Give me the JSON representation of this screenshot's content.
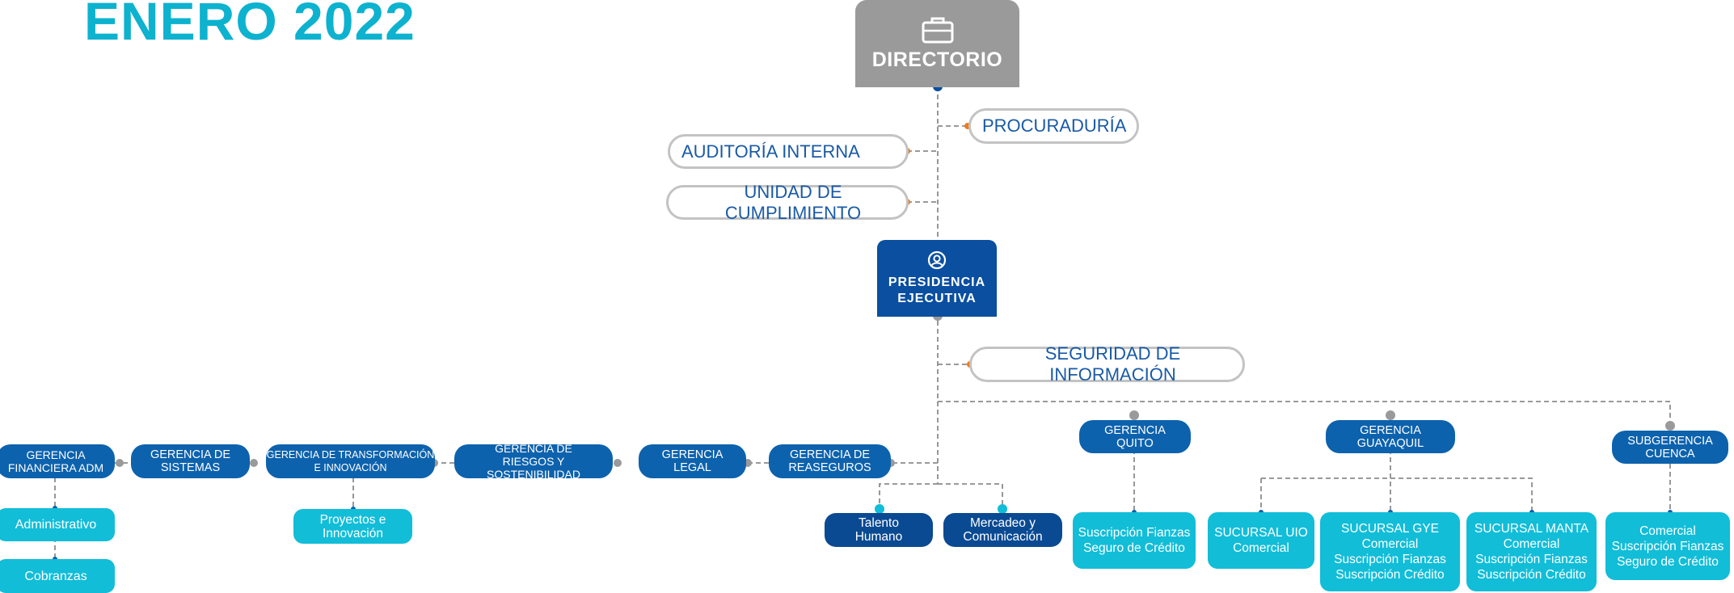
{
  "header": {
    "title": "ENERO 2022"
  },
  "top": {
    "directorio": "DIRECTORIO",
    "presidencia": "PRESIDENCIA\nEJECUTIVA"
  },
  "staff": {
    "procuraduria": "PROCURADURÍA",
    "auditoria": "AUDITORÍA INTERNA",
    "cumplimiento": "UNIDAD DE CUMPLIMIENTO",
    "seguridad": "SEGURIDAD DE INFORMACIÓN"
  },
  "gerencias": {
    "financiera": "GERENCIA\nFINANCIERA ADM",
    "sistemas": "GERENCIA DE\nSISTEMAS",
    "transformacion": "GERENCIA DE TRANSFORMACIÓN\nE INNOVACIÓN",
    "riesgos": "GERENCIA DE\nRIESGOS Y SOSTENIBILIDAD",
    "legal": "GERENCIA\nLEGAL",
    "reaseguros": "GERENCIA DE\nREASEGUROS",
    "quito": "GERENCIA\nQUITO",
    "guayaquil": "GERENCIA\nGUAYAQUIL",
    "cuenca": "SUBGERENCIA\nCUENCA"
  },
  "units": {
    "administrativo": "Administrativo",
    "cobranzas": "Cobranzas",
    "proyectos": "Proyectos e\nInnovación",
    "talento": "Talento\nHumano",
    "mercadeo": "Mercadeo y\nComunicación",
    "quito_units": "Suscripción Fianzas\nSeguro de Crédito",
    "sucursal_uio": "SUCURSAL UIO\nComercial",
    "sucursal_gye": "SUCURSAL GYE\nComercial\nSuscripción Fianzas\nSuscripción Crédito",
    "sucursal_manta": "SUCURSAL MANTA\nComercial\nSuscripción Fianzas\nSuscripción Crédito",
    "cuenca_units": "Comercial\nSuscripción Fianzas\nSeguro de Crédito"
  },
  "colors": {
    "title": "#0db2cf",
    "directorio": "#9a9a9a",
    "presidencia": "#0a4fa0",
    "gerencia": "#0d62ad",
    "unit_cyan": "#12bdd8",
    "unit_navy": "#0a4a93",
    "staff_text": "#1a5aa6",
    "connector": "#8c8c8c",
    "dot_orange": "#f07a1a"
  },
  "icons": {
    "directorio": "briefcase-icon",
    "presidencia": "user-circle-icon"
  }
}
